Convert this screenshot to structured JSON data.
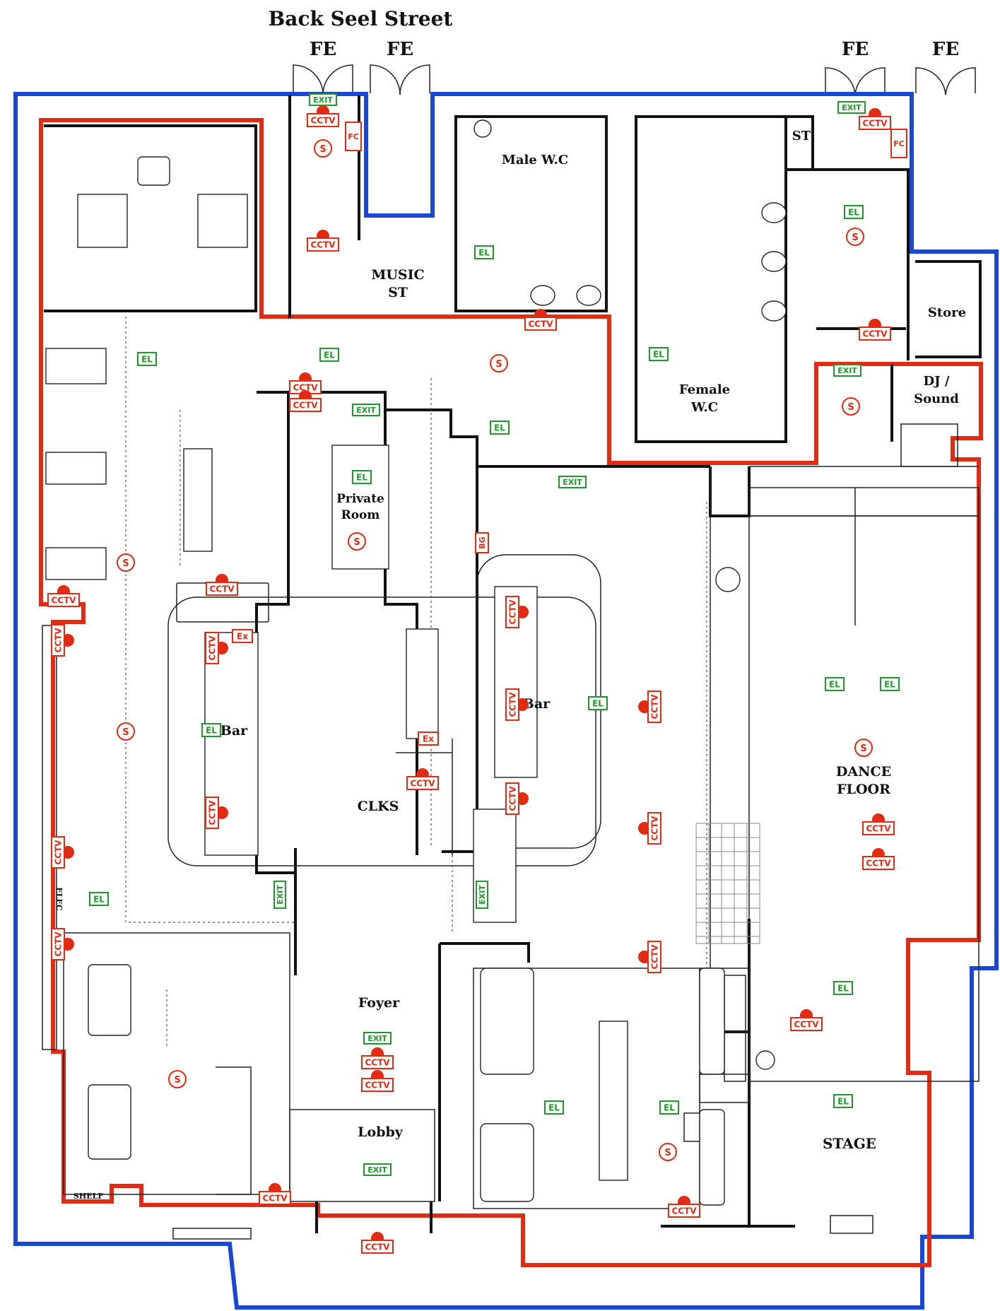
{
  "plan": {
    "street_label": "Back Seel Street",
    "colors": {
      "outer_boundary": "#1a47d6",
      "inner_boundary": "#e12b12",
      "cctv": "#e12b12",
      "emergency": "#1d9a2a",
      "walls": "#111111"
    },
    "fire_exits": [
      "FE",
      "FE",
      "FE",
      "FE"
    ],
    "rooms": {
      "music_st": [
        "MUSIC",
        "ST"
      ],
      "male_wc": "Male W.C",
      "female_wc": [
        "Female",
        "W.C"
      ],
      "st": "ST",
      "store": "Store",
      "dj_sound": [
        "DJ /",
        "Sound"
      ],
      "private_room": [
        "Private",
        "Room"
      ],
      "bar_left": "Bar",
      "bar_right": "Bar",
      "clks": "CLKS",
      "foyer": "Foyer",
      "lobby": "Lobby",
      "dance_floor": [
        "DANCE",
        "FLOOR"
      ],
      "stage": "STAGE",
      "shelf": "SHELF",
      "elec": "ELEC"
    },
    "tags": {
      "cctv": "CCTV",
      "exit": "EXIT",
      "el": "EL",
      "fc": "FC",
      "ex": "Ex",
      "bg": "BG",
      "sensor": "S"
    }
  }
}
